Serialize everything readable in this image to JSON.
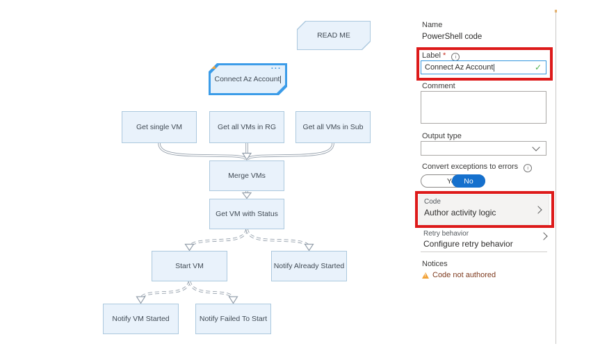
{
  "diagram": {
    "menu_dots": "...",
    "nodes": [
      {
        "label": "READ ME"
      },
      {
        "label": "Connect Az Account"
      },
      {
        "label": "Get single VM"
      },
      {
        "label": "Get all VMs in RG"
      },
      {
        "label": "Get all VMs in Sub"
      },
      {
        "label": "Merge VMs"
      },
      {
        "label": "Get VM with Status"
      },
      {
        "label": "Start VM"
      },
      {
        "label": "Notify Already Started"
      },
      {
        "label": "Notify VM Started"
      },
      {
        "label": "Notify Failed To Start"
      }
    ],
    "selected_node": "Connect Az Account"
  },
  "panel": {
    "name": {
      "label": "Name",
      "value": "PowerShell code"
    },
    "label_field": {
      "label": "Label",
      "required_mark": "*",
      "value": "Connect Az Account"
    },
    "comment": {
      "label": "Comment",
      "value": ""
    },
    "output_type": {
      "label": "Output type",
      "value": ""
    },
    "convert_exceptions": {
      "label": "Convert exceptions to errors",
      "option_yes": "Yes",
      "option_no": "No",
      "selected": "No"
    },
    "code": {
      "title": "Code",
      "subtitle": "Author activity logic"
    },
    "retry": {
      "title": "Retry behavior",
      "subtitle": "Configure retry behavior"
    },
    "notices": {
      "label": "Notices",
      "warning": "Code not authored"
    }
  },
  "colors": {
    "selection_blue": "#3c9ce8",
    "toggle_blue": "#1570cd",
    "node_fill": "#e9f2fb",
    "node_border": "#abc8de",
    "connector_gray": "#95a0ac",
    "highlight_red": "#dd1a1a",
    "warning_orange": "#f2a33a",
    "notice_text": "#7e3a1e",
    "check_green": "#4db04d"
  }
}
